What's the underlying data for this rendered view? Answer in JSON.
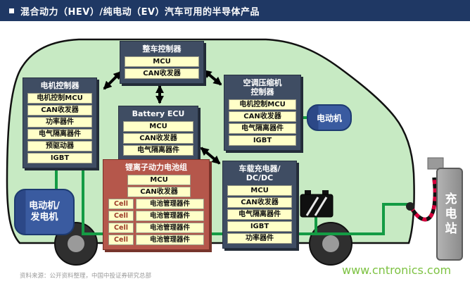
{
  "header": {
    "title": "混合动力（HEV）/纯电动（EV）汽车可用的半导体产品"
  },
  "boxes": {
    "vehicle_controller": {
      "title": "整车控制器",
      "items": [
        "MCU",
        "CAN收发器"
      ]
    },
    "motor_controller": {
      "title": "电机控制器",
      "items": [
        "电机控制MCU",
        "CAN收发器",
        "功率器件",
        "电气隔离器件",
        "预驱动器",
        "IGBT"
      ]
    },
    "battery_ecu": {
      "title": "Battery ECU",
      "items": [
        "MCU",
        "CAN收发器",
        "电气隔离器件"
      ]
    },
    "ac_compressor_controller": {
      "title": "空调压缩机\n控制器",
      "items": [
        "电机控制MCU",
        "CAN收发器",
        "电气隔离器件",
        "IGBT"
      ]
    },
    "battery_pack": {
      "title": "锂离子动力电池组",
      "items": [
        "MCU",
        "CAN收发器"
      ],
      "cell_rows": [
        {
          "cell": "Cell",
          "mgmt": "电池管理器件"
        },
        {
          "cell": "Cell",
          "mgmt": "电池管理器件"
        },
        {
          "cell": "Cell",
          "mgmt": "电池管理器件"
        },
        {
          "cell": "Cell",
          "mgmt": "电池管理器件"
        }
      ]
    },
    "onboard_charger": {
      "title": "车载充电器/\nDC/DC",
      "items": [
        "MCU",
        "CAN收发器",
        "电气隔离器件",
        "IGBT",
        "功率器件"
      ]
    }
  },
  "components": {
    "motor_generator": "电动机/\n发电机",
    "motor": "电动机",
    "charging_station": "充电站"
  },
  "footer": {
    "source": "资料来源：公开资料整理，中国中投证券研究总部",
    "watermark": "www.cntronics.com"
  },
  "colors": {
    "header_bg": "#1F3864",
    "car_fill": "#C7EAC3",
    "box_dark": "#3F4D63",
    "item_yellow": "#FFFFC8",
    "battery_pack_red": "#B5574B",
    "motor_blue": "#3A5BA0",
    "wire_green": "#149B44",
    "cable_red": "#D6003C",
    "station_gray": "#9A9A9A",
    "watermark_green": "#7DC242"
  }
}
